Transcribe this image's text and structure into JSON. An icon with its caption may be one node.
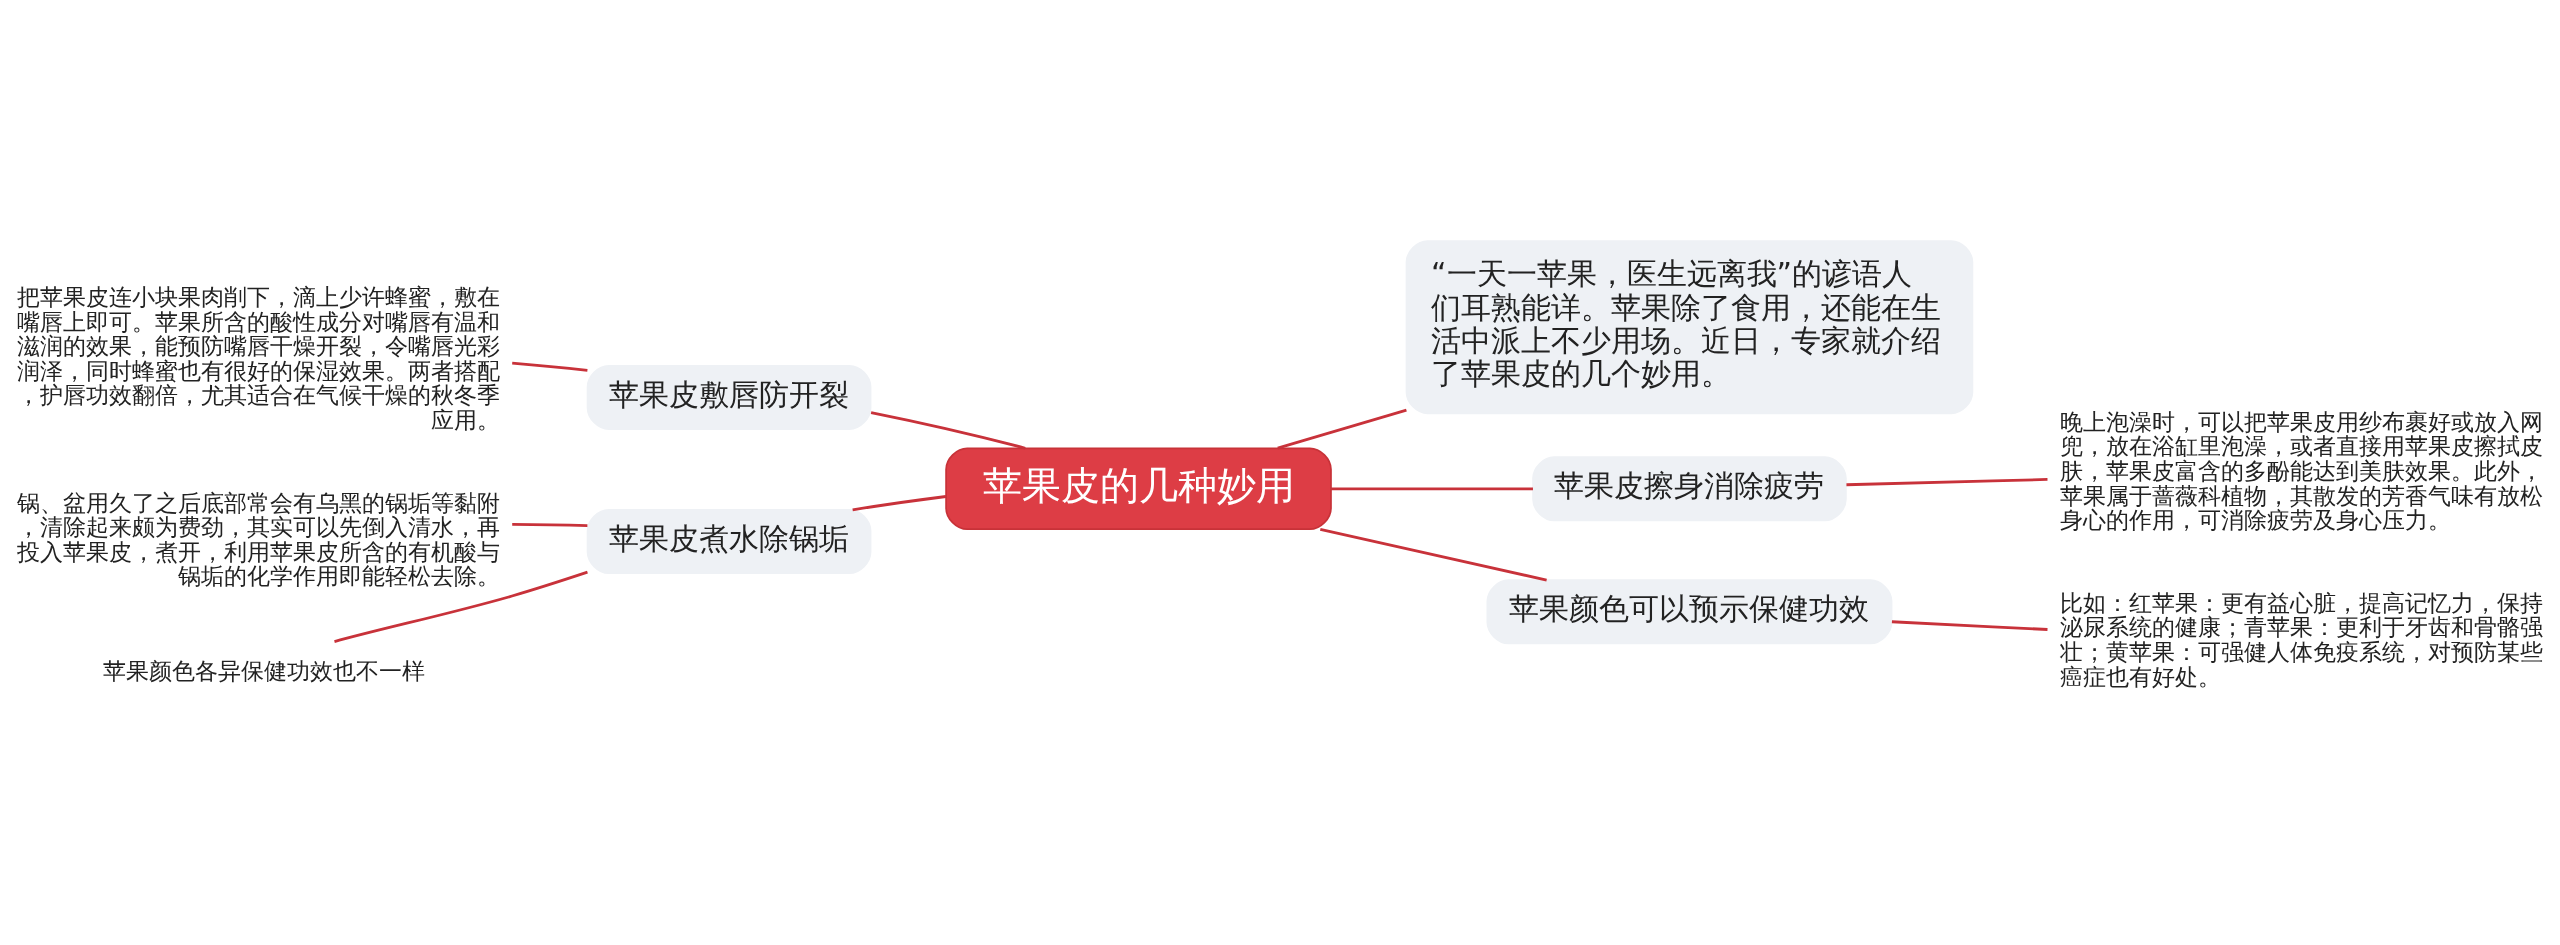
{
  "diagram": {
    "nodes": [
      {
        "text": [
          "苹果皮的几种妙用"
        ]
      },
      {
        "text": [
          "苹果皮敷唇防开裂"
        ]
      },
      {
        "text": [
          "把苹果皮连小块果肉削下，滴上少许蜂蜜，敷在嘴唇上即可。苹果所含的酸性成分对嘴唇有温和滋润的效果，能预防嘴唇干燥开裂，令嘴唇光彩润泽，同时蜂蜜也有很好的保湿效果。两者搭配，护唇功效翻倍，尤其适合在气候干燥的秋冬季应用。"
        ]
      },
      {
        "text": [
          "苹果皮煮水除锅垢"
        ]
      },
      {
        "text": [
          "锅、盆用久了之后底部常会有乌黑的锅垢等黏附，清除起来颇为费劲，其实可以先倒入清水，再投入苹果皮，煮开，利用苹果皮所含的有机酸与锅垢的化学作用即能轻松去除。"
        ]
      },
      {
        "text": [
          "苹果颜色各异保健功效也不一样"
        ]
      },
      {
        "text": [
          "“一天一苹果，医生远离我”的谚语人们耳熟能详。苹果除了食用，还能在生活中派上不少用场。近日，专家就介绍了苹果皮的几个妙用。"
        ]
      },
      {
        "text": [
          "苹果皮擦身消除疲劳"
        ]
      },
      {
        "text": [
          "晚上泡澡时，可以把苹果皮用纱布裹好或放入网兜，放在浴缸里泡澡，或者直接用苹果皮擦拭皮肤，苹果皮富含的多酚能达到美肤效果。此外，苹果属于蔷薇科植物，其散发的芳香气味有放松身心的作用，可消除疲劳及身心压力。"
        ]
      },
      {
        "text": [
          "苹果颜色可以预示保健功效"
        ]
      },
      {
        "text": [
          "比如：红苹果：更有益心脏，提高记忆力，保持泌尿系统的健康；青苹果：更利于牙齿和骨骼强壮；黄苹果：可强健人体免疫系统，对预防某些癌症也有好处。"
        ]
      }
    ],
    "edges": [
      {
        "from": 0,
        "to": 1,
        "arrow": "none"
      },
      {
        "from": 1,
        "to": 2,
        "arrow": "none"
      },
      {
        "from": 0,
        "to": 3,
        "arrow": "none"
      },
      {
        "from": 3,
        "to": 4,
        "arrow": "none"
      },
      {
        "from": 3,
        "to": 5,
        "arrow": "none"
      },
      {
        "from": 0,
        "to": 6,
        "arrow": "none"
      },
      {
        "from": 0,
        "to": 7,
        "arrow": "none"
      },
      {
        "from": 7,
        "to": 8,
        "arrow": "none"
      },
      {
        "from": 0,
        "to": 9,
        "arrow": "none"
      },
      {
        "from": 9,
        "to": 10,
        "arrow": "none"
      }
    ]
  }
}
